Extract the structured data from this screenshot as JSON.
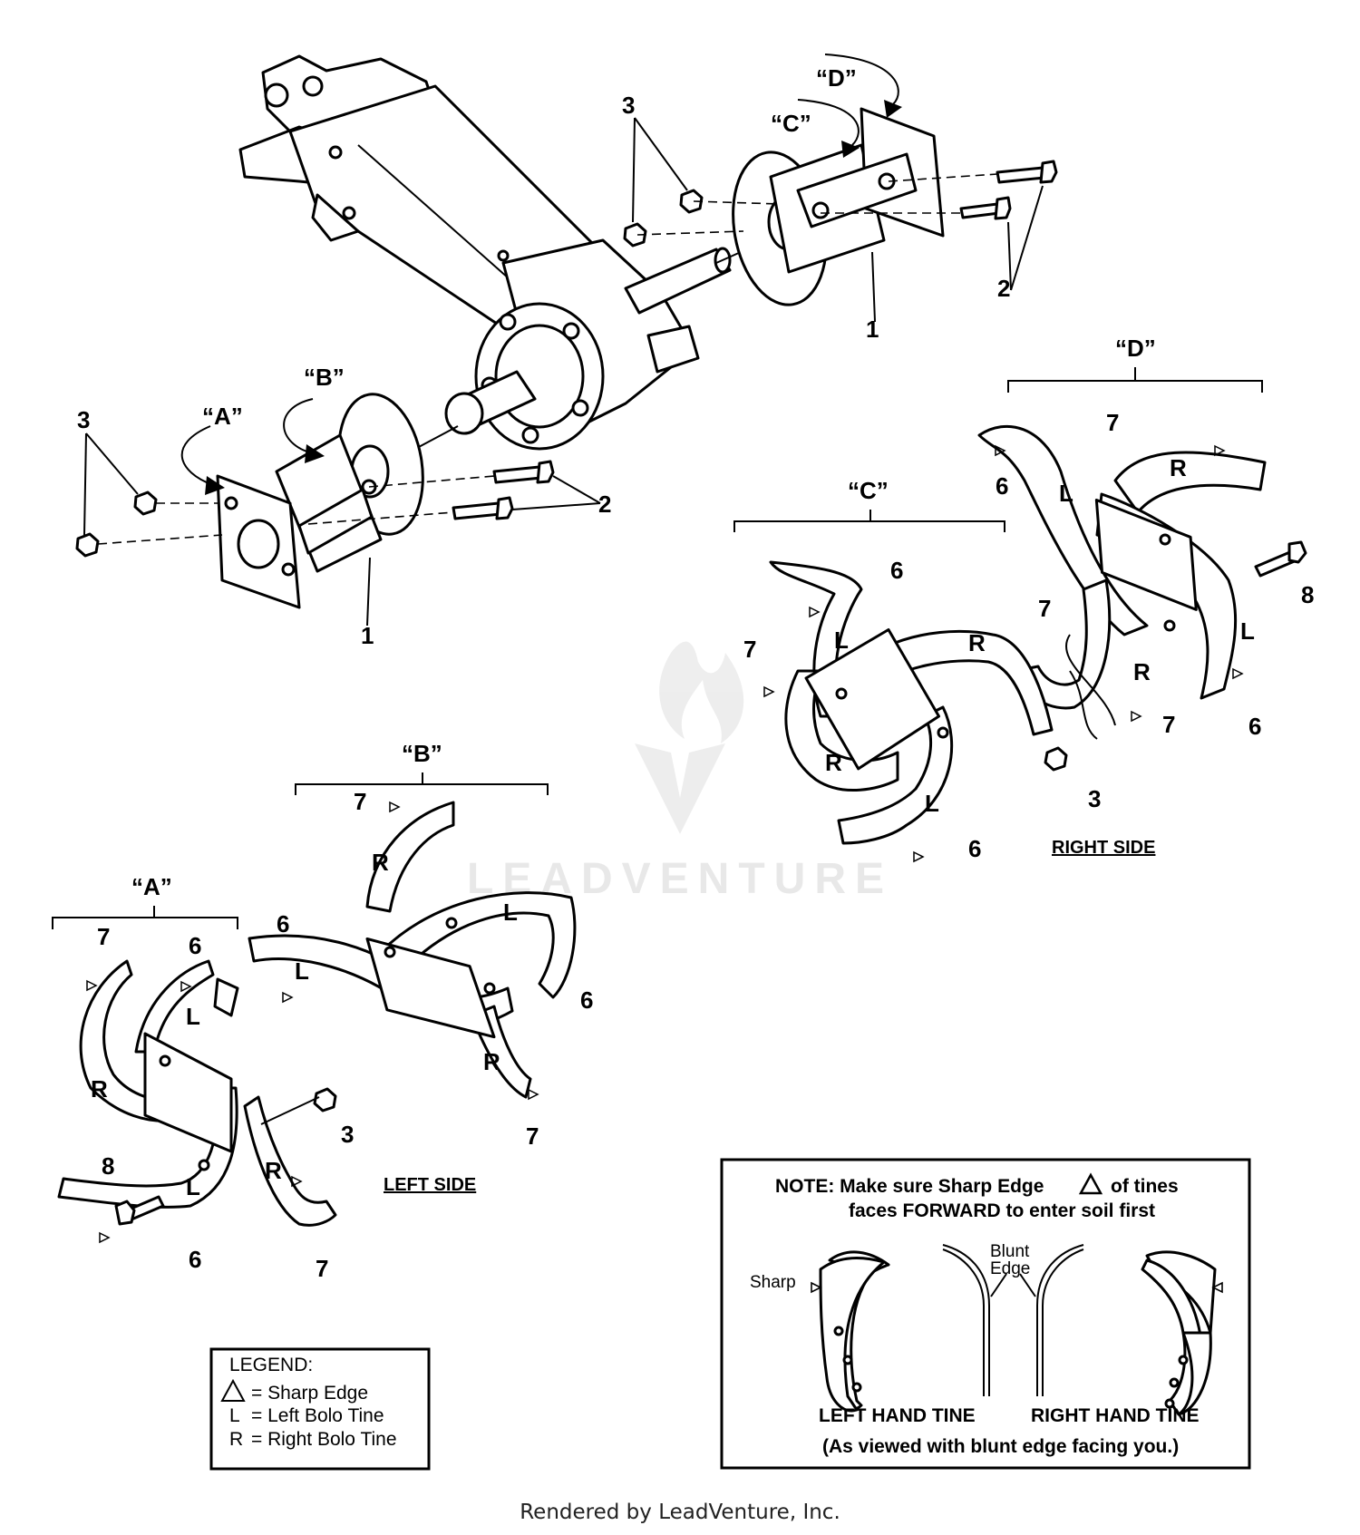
{
  "labels": {
    "n1": "1",
    "n2": "2",
    "n3": "3",
    "n6": "6",
    "n7": "7",
    "n8": "8",
    "A": "“A”",
    "B": "“B”",
    "C": "“C”",
    "D": "“D”"
  },
  "sides": {
    "left": "LEFT SIDE",
    "right": "RIGHT SIDE"
  },
  "tine_marks": {
    "L": "L",
    "R": "R"
  },
  "legend": {
    "title": "LEGEND:",
    "sharp": "=  Sharp Edge",
    "left_key": "L",
    "left": "=  Left Bolo Tine",
    "right_key": "R",
    "right": "=  Right Bolo Tine"
  },
  "note": {
    "line1": "NOTE:  Make sure Sharp Edge",
    "line1b": "of tines",
    "line2": "faces FORWARD to enter soil first",
    "sharp": "Sharp",
    "blunt1": "Blunt",
    "blunt2": "Edge",
    "left_tine": "LEFT HAND TINE",
    "right_tine": "RIGHT HAND TINE",
    "viewed": "(As viewed with blunt edge facing you.)"
  },
  "watermark": "LEADVENTURE",
  "footer": "Rendered by LeadVenture, Inc."
}
